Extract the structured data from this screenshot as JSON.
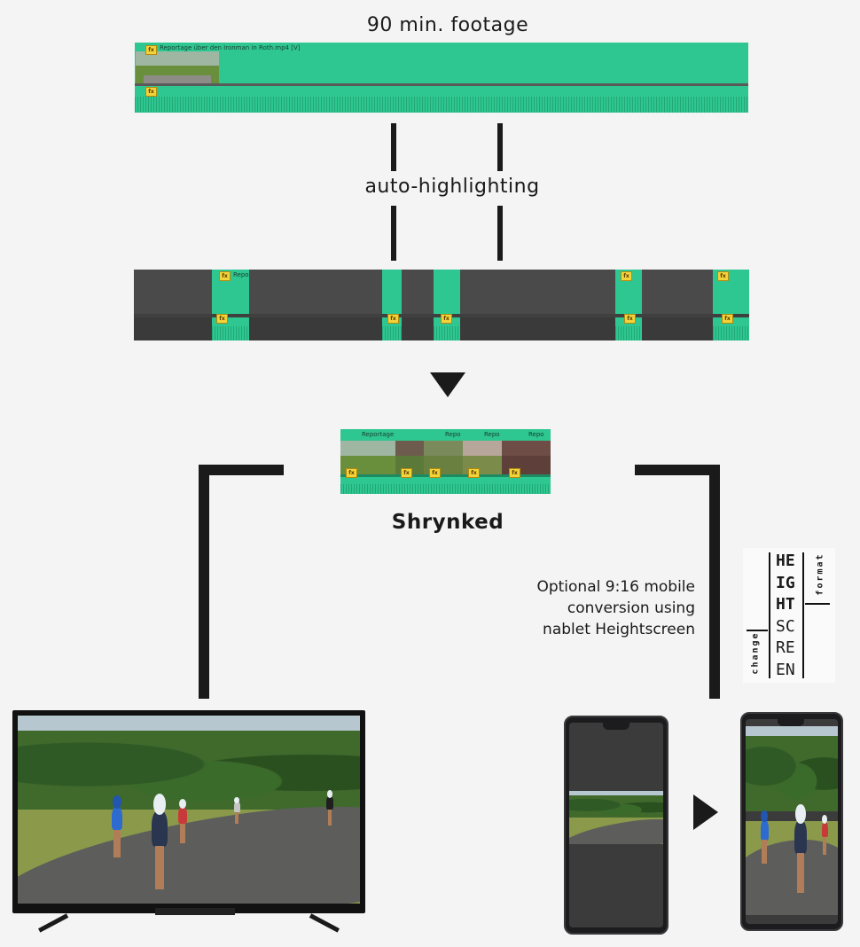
{
  "header": {
    "title": "90 min. footage"
  },
  "source_clip": {
    "label": "Reportage über den Ironman in Roth.mp4 [V]",
    "fx": "fx"
  },
  "step1": {
    "label": "auto-highlighting"
  },
  "highlight_clip": {
    "label": "Repo",
    "fx": "fx"
  },
  "result": {
    "label": "Shrynked",
    "clip_labels": [
      "Reportage",
      "Repo",
      "Repo",
      "Repo"
    ],
    "fx": "fx"
  },
  "mobile_note": {
    "line1": "Optional 9:16 mobile",
    "line2": "conversion using",
    "line3": "nablet Heightscreen"
  },
  "logo": {
    "rows": [
      "HE",
      "IG",
      "HT",
      "SC",
      "RE",
      "EN"
    ],
    "top_side": "format",
    "bottom_side": "change"
  },
  "colors": {
    "accent": "#2fc791",
    "dim": "#404040",
    "line": "#1a1a1a",
    "fx": "#f2d33a"
  },
  "icons": {
    "arrow_down": "triangle-down-icon",
    "arrow_right": "triangle-right-icon"
  }
}
